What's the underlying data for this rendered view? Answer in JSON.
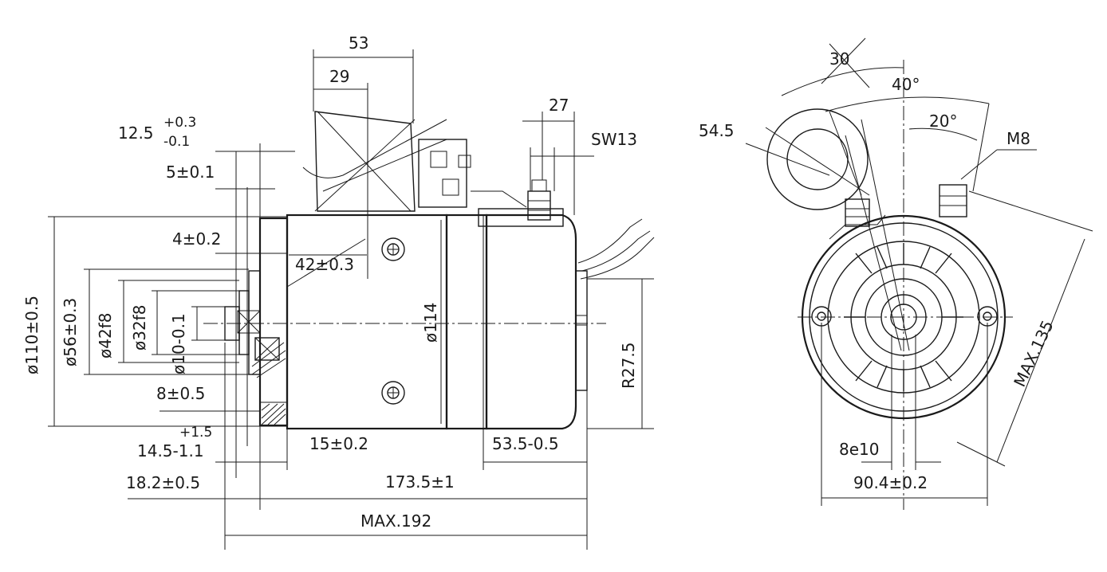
{
  "side_view": {
    "dims": {
      "d53": "53",
      "d29": "29",
      "d27": "27",
      "sw13": "SW13",
      "d12_5_base": "12.5",
      "d12_5_upper": "+0.3",
      "d12_5_lower": "-0.1",
      "d5": "5±0.1",
      "d4": "4±0.2",
      "d42": "42±0.3",
      "dia110": "ø110±0.5",
      "dia56": "ø56±0.3",
      "dia42f8": "ø42f8",
      "dia32f8": "ø32f8",
      "dia10": "ø10-0.1",
      "dia114": "ø114",
      "d8": "8±0.5",
      "d14_5_upper": "+1.5",
      "d14_5_base": "14.5-1.1",
      "d15": "15±0.2",
      "d53_5": "53.5-0.5",
      "r27_5": "R27.5",
      "d18_2": "18.2±0.5",
      "d173_5": "173.5±1",
      "max192": "MAX.192"
    }
  },
  "end_view": {
    "dims": {
      "a30": "30",
      "a40": "40°",
      "a20": "20°",
      "d54_5": "54.5",
      "m8": "M8",
      "max135": "MAX.135",
      "d8e10": "8e10",
      "d90_4": "90.4±0.2"
    }
  }
}
